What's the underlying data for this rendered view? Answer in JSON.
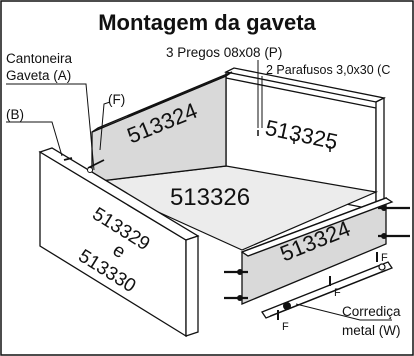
{
  "title": "Montagem da gaveta",
  "labels": {
    "cantoneira": "Cantoneira",
    "gaveta_a": "Gaveta (A)",
    "b": "(B)",
    "f_top": "(F)",
    "pregos": "3 Pregos 08x08 (P)",
    "parafusos": "2 Parafusos 3,0x30 (C",
    "corredica": "Corrediça",
    "metal_w": "metal (W)",
    "f_marker": "F"
  },
  "parts": {
    "back_panel": "513325",
    "left_side": "513324",
    "right_side": "513324",
    "bottom": "513326",
    "front_line1": "513329",
    "front_line2": "e",
    "front_line3": "513330"
  },
  "colors": {
    "line": "#111111",
    "side_panel_fill": "#d9d9d9",
    "bottom_fill": "#ececec",
    "page_bg": "#ffffff"
  }
}
